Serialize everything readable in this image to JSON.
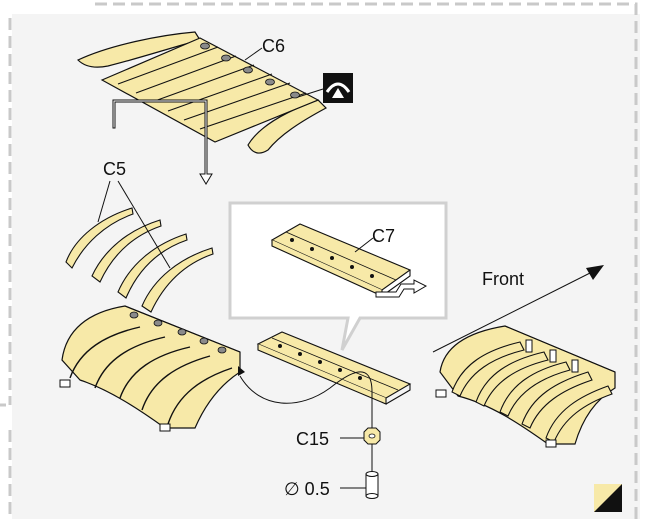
{
  "labels": {
    "c6": "C6",
    "c5": "C5",
    "c7": "C7",
    "c15": "C15",
    "diameter": "∅ 0.5",
    "front": "Front"
  },
  "icons": {
    "fold_up": "fold-up-icon",
    "material_swatch": "material-swatch-icon"
  },
  "colors": {
    "part_fill": "#f7e9a8",
    "outline": "#111111",
    "frame": "#c8c8c8",
    "panel": "#f4f4f4"
  }
}
